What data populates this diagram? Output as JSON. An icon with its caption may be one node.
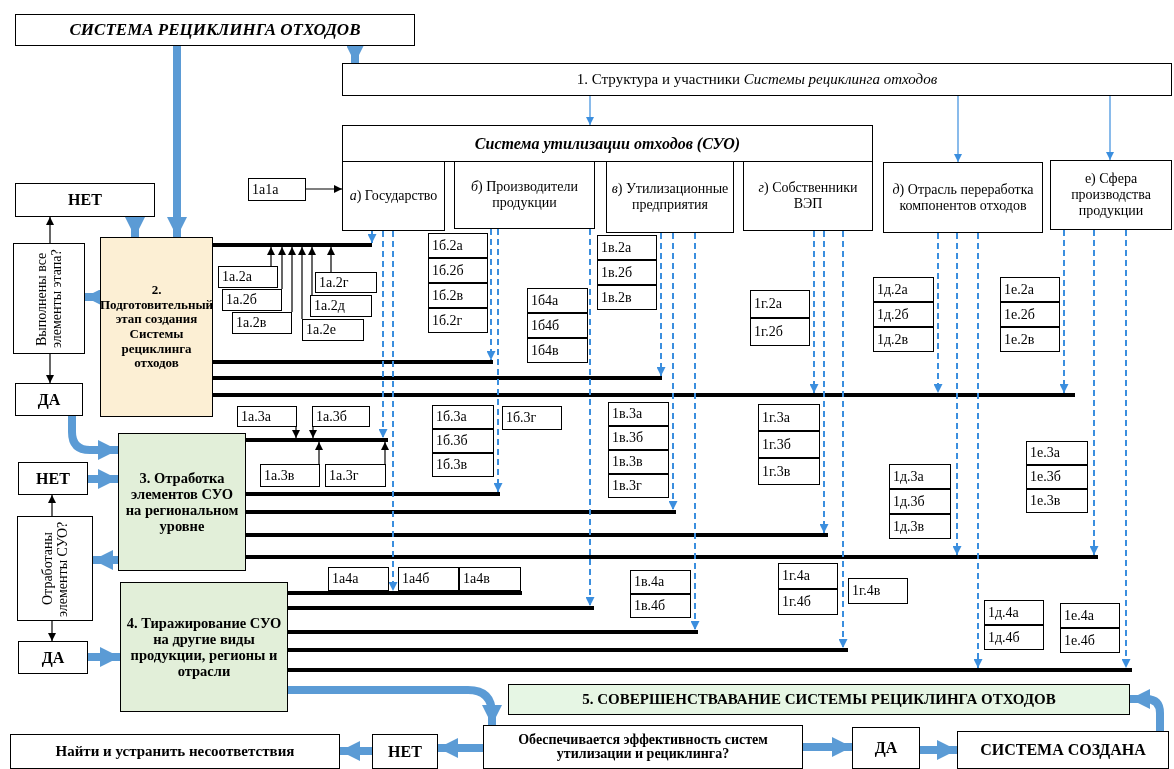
{
  "diagram": {
    "nodes": [
      {
        "text": [
          "СИСТЕМА РЕЦИКЛИНГА ОТХОДОВ"
        ]
      },
      {
        "text": [
          "1. Структура и участники *Системы рециклинга отходов*"
        ]
      },
      {
        "text": [
          "Система утилизации отходов (СУО)"
        ]
      },
      {
        "text": [
          "*а*) Государство"
        ]
      },
      {
        "text": [
          "*б*) Производители продукции"
        ]
      },
      {
        "text": [
          "*в*) Утилизационные предприятия"
        ]
      },
      {
        "text": [
          "*г*) Собственники ВЭП"
        ]
      },
      {
        "text": [
          "*д*) Отрасль переработка компонентов отходов"
        ]
      },
      {
        "text": [
          "е) Сфера производства продукции"
        ]
      },
      {
        "text": [
          "НЕТ"
        ]
      },
      {
        "text": [
          "Выполнены все элементы этапа?"
        ]
      },
      {
        "text": [
          "2. Подготовительный этап создания Системы рециклинга отходов"
        ]
      },
      {
        "text": [
          "ДА"
        ]
      },
      {
        "text": [
          "3. Отработка элементов СУО на региональном уровне"
        ]
      },
      {
        "text": [
          "НЕТ"
        ]
      },
      {
        "text": [
          "Отработаны элементы СУО?"
        ]
      },
      {
        "text": [
          "4. Тиражирование СУО на другие виды продукции, регионы и отрасли"
        ]
      },
      {
        "text": [
          "ДА"
        ]
      },
      {
        "text": [
          "5. СОВЕРШЕНСТВАВАНИЕ СИСТЕМЫ РЕЦИКЛИНГА ОТХОДОВ"
        ]
      },
      {
        "text": [
          "Обеспечивается эффективность систем утилизации и рециклинга?"
        ]
      },
      {
        "text": [
          "НЕТ"
        ]
      },
      {
        "text": [
          "Найти и устранить несоответствия"
        ]
      },
      {
        "text": [
          "ДА"
        ]
      },
      {
        "text": [
          "СИСТЕМА СОЗДАНА"
        ]
      },
      {
        "text": [
          "1а1а"
        ]
      },
      {
        "text": [
          "1а.2а"
        ]
      },
      {
        "text": [
          "1а.2б"
        ]
      },
      {
        "text": [
          "1а.2в"
        ]
      },
      {
        "text": [
          "1а.2г"
        ]
      },
      {
        "text": [
          "1а.2д"
        ]
      },
      {
        "text": [
          "1а.2е"
        ]
      },
      {
        "text": [
          "1б.2а"
        ]
      },
      {
        "text": [
          "1б.2б"
        ]
      },
      {
        "text": [
          "1б.2в"
        ]
      },
      {
        "text": [
          "1б.2г"
        ]
      },
      {
        "text": [
          "1б4а"
        ]
      },
      {
        "text": [
          "1б4б"
        ]
      },
      {
        "text": [
          "1б4в"
        ]
      },
      {
        "text": [
          "1в.2а"
        ]
      },
      {
        "text": [
          "1в.2б"
        ]
      },
      {
        "text": [
          "1в.2в"
        ]
      },
      {
        "text": [
          "1г.2а"
        ]
      },
      {
        "text": [
          "1г.2б"
        ]
      },
      {
        "text": [
          "1д.2а"
        ]
      },
      {
        "text": [
          "1д.2б"
        ]
      },
      {
        "text": [
          "1д.2в"
        ]
      },
      {
        "text": [
          "1е.2а"
        ]
      },
      {
        "text": [
          "1е.2б"
        ]
      },
      {
        "text": [
          "1е.2в"
        ]
      },
      {
        "text": [
          "1а.3а"
        ]
      },
      {
        "text": [
          "1а.3б"
        ]
      },
      {
        "text": [
          "1а.3в"
        ]
      },
      {
        "text": [
          "1а.3г"
        ]
      },
      {
        "text": [
          "1б.3а"
        ]
      },
      {
        "text": [
          "1б.3б"
        ]
      },
      {
        "text": [
          "1б.3в"
        ]
      },
      {
        "text": [
          "1б.3г"
        ]
      },
      {
        "text": [
          "1в.3а"
        ]
      },
      {
        "text": [
          "1в.3б"
        ]
      },
      {
        "text": [
          "1в.3в"
        ]
      },
      {
        "text": [
          "1в.3г"
        ]
      },
      {
        "text": [
          "1г.3а"
        ]
      },
      {
        "text": [
          "1г.3б"
        ]
      },
      {
        "text": [
          "1г.3в"
        ]
      },
      {
        "text": [
          "1д.3а"
        ]
      },
      {
        "text": [
          "1д.3б"
        ]
      },
      {
        "text": [
          "1д.3в"
        ]
      },
      {
        "text": [
          "1е.3а"
        ]
      },
      {
        "text": [
          "1е.3б"
        ]
      },
      {
        "text": [
          "1е.3в"
        ]
      },
      {
        "text": [
          "1а4а"
        ]
      },
      {
        "text": [
          "1а4б"
        ]
      },
      {
        "text": [
          "1а4в"
        ]
      },
      {
        "text": [
          "1в.4а"
        ]
      },
      {
        "text": [
          "1в.4б"
        ]
      },
      {
        "text": [
          "1г.4а"
        ]
      },
      {
        "text": [
          "1г.4б"
        ]
      },
      {
        "text": [
          "1г.4в"
        ]
      },
      {
        "text": [
          "1д.4а"
        ]
      },
      {
        "text": [
          "1д.4б"
        ]
      },
      {
        "text": [
          "1е.4а"
        ]
      },
      {
        "text": [
          "1е.4б"
        ]
      },
      {
        "text": [],
        "shape": "bar"
      },
      {
        "text": [],
        "shape": "bar"
      },
      {
        "text": [],
        "shape": "bar"
      },
      {
        "text": [],
        "shape": "bar"
      },
      {
        "text": [],
        "shape": "bar"
      },
      {
        "text": [],
        "shape": "bar"
      },
      {
        "text": [],
        "shape": "bar"
      },
      {
        "text": [],
        "shape": "bar"
      },
      {
        "text": [],
        "shape": "bar"
      },
      {
        "text": [],
        "shape": "bar"
      },
      {
        "text": [],
        "shape": "bar"
      },
      {
        "text": [],
        "shape": "bar"
      },
      {
        "text": [],
        "shape": "bar"
      },
      {
        "text": [],
        "shape": "bar"
      }
    ],
    "edges": [
      {
        "from": 0,
        "to": 11,
        "arrow": "to",
        "style": "thick",
        "color": "#5b9bd5"
      },
      {
        "from": 0,
        "to": 1,
        "arrow": "to",
        "style": "thick",
        "color": "#5b9bd5"
      },
      {
        "from": 1,
        "to": 2,
        "arrow": "to",
        "color": "#3b8ede"
      },
      {
        "from": 1,
        "to": 7,
        "arrow": "to",
        "color": "#3b8ede"
      },
      {
        "from": 1,
        "to": 8,
        "arrow": "to",
        "color": "#3b8ede"
      },
      {
        "from": 24,
        "to": 3,
        "arrow": "to",
        "color": "#000000"
      },
      {
        "from": 9,
        "to": 11,
        "arrow": "to",
        "style": "thick",
        "color": "#5b9bd5"
      },
      {
        "from": 11,
        "to": 10,
        "arrow": "to",
        "style": "thick",
        "color": "#5b9bd5"
      },
      {
        "from": 10,
        "to": 9,
        "arrow": "to",
        "color": "#000000"
      },
      {
        "from": 10,
        "to": 12,
        "arrow": "to",
        "color": "#000000"
      },
      {
        "from": 12,
        "to": 13,
        "arrow": "to",
        "style": "thick",
        "color": "#5b9bd5"
      },
      {
        "from": 14,
        "to": 13,
        "arrow": "to",
        "style": "thick",
        "color": "#5b9bd5"
      },
      {
        "from": 13,
        "to": 15,
        "arrow": "to",
        "style": "thick",
        "color": "#5b9bd5"
      },
      {
        "from": 15,
        "to": 14,
        "arrow": "to",
        "color": "#000000"
      },
      {
        "from": 15,
        "to": 17,
        "arrow": "to",
        "color": "#000000"
      },
      {
        "from": 17,
        "to": 16,
        "arrow": "to",
        "style": "thick",
        "color": "#5b9bd5"
      },
      {
        "from": 16,
        "to": 19,
        "arrow": "to",
        "style": "thick",
        "color": "#5b9bd5"
      },
      {
        "from": 23,
        "to": 18,
        "arrow": "to",
        "style": "thick",
        "color": "#5b9bd5"
      },
      {
        "from": 19,
        "to": 20,
        "arrow": "to",
        "style": "thick",
        "color": "#5b9bd5"
      },
      {
        "from": 20,
        "to": 21,
        "arrow": "to",
        "style": "thick",
        "color": "#5b9bd5"
      },
      {
        "from": 19,
        "to": 22,
        "arrow": "to",
        "style": "thick",
        "color": "#5b9bd5"
      },
      {
        "from": 22,
        "to": 23,
        "arrow": "to",
        "style": "thick",
        "color": "#5b9bd5"
      },
      {
        "from": 25,
        "to": 82,
        "arrow": "to",
        "color": "#000000"
      },
      {
        "from": 26,
        "to": 82,
        "arrow": "to",
        "color": "#000000"
      },
      {
        "from": 27,
        "to": 82,
        "arrow": "to",
        "color": "#000000"
      },
      {
        "from": 30,
        "to": 82,
        "arrow": "to",
        "color": "#000000"
      },
      {
        "from": 29,
        "to": 82,
        "arrow": "to",
        "color": "#000000"
      },
      {
        "from": 28,
        "to": 82,
        "arrow": "to",
        "color": "#000000"
      },
      {
        "from": 49,
        "to": 86,
        "arrow": "to",
        "color": "#000000"
      },
      {
        "from": 50,
        "to": 86,
        "arrow": "to",
        "color": "#000000"
      },
      {
        "from": 51,
        "to": 86,
        "arrow": "to",
        "color": "#000000"
      },
      {
        "from": 52,
        "to": 86,
        "arrow": "to",
        "color": "#000000"
      },
      {
        "from": 3,
        "to": 82,
        "arrow": "to",
        "style": "dashed",
        "color": "#3b8ede"
      },
      {
        "from": 3,
        "to": 86,
        "arrow": "to",
        "style": "dashed",
        "color": "#3b8ede"
      },
      {
        "from": 3,
        "to": 91,
        "arrow": "to",
        "style": "dashed",
        "color": "#3b8ede"
      },
      {
        "from": 4,
        "to": 83,
        "arrow": "to",
        "style": "dashed",
        "color": "#3b8ede"
      },
      {
        "from": 4,
        "to": 87,
        "arrow": "to",
        "style": "dashed",
        "color": "#3b8ede"
      },
      {
        "from": 4,
        "to": 92,
        "arrow": "to",
        "style": "dashed",
        "color": "#3b8ede"
      },
      {
        "from": 5,
        "to": 84,
        "arrow": "to",
        "style": "dashed",
        "color": "#3b8ede"
      },
      {
        "from": 5,
        "to": 88,
        "arrow": "to",
        "style": "dashed",
        "color": "#3b8ede"
      },
      {
        "from": 5,
        "to": 93,
        "arrow": "to",
        "style": "dashed",
        "color": "#3b8ede"
      },
      {
        "from": 6,
        "to": 85,
        "arrow": "to",
        "style": "dashed",
        "color": "#3b8ede"
      },
      {
        "from": 6,
        "to": 89,
        "arrow": "to",
        "style": "dashed",
        "color": "#3b8ede"
      },
      {
        "from": 6,
        "to": 94,
        "arrow": "to",
        "style": "dashed",
        "color": "#3b8ede"
      },
      {
        "from": 7,
        "to": 85,
        "arrow": "to",
        "style": "dashed",
        "color": "#3b8ede"
      },
      {
        "from": 7,
        "to": 90,
        "arrow": "to",
        "style": "dashed",
        "color": "#3b8ede"
      },
      {
        "from": 7,
        "to": 95,
        "arrow": "to",
        "style": "dashed",
        "color": "#3b8ede"
      },
      {
        "from": 8,
        "to": 85,
        "arrow": "to",
        "style": "dashed",
        "color": "#3b8ede"
      },
      {
        "from": 8,
        "to": 90,
        "arrow": "to",
        "style": "dashed",
        "color": "#3b8ede"
      },
      {
        "from": 8,
        "to": 95,
        "arrow": "to",
        "style": "dashed",
        "color": "#3b8ede"
      }
    ]
  }
}
